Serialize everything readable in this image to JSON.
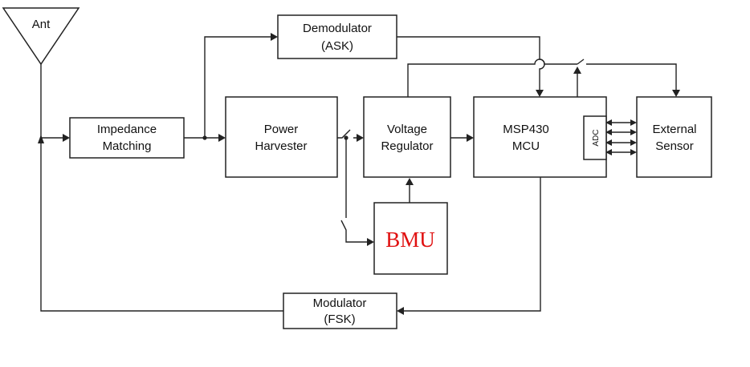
{
  "antenna": {
    "label": "Ant"
  },
  "blocks": {
    "impedance_matching": [
      "Impedance",
      "Matching"
    ],
    "demodulator": [
      "Demodulator",
      "(ASK)"
    ],
    "power_harvester": [
      "Power",
      "Harvester"
    ],
    "voltage_regulator": [
      "Voltage",
      "Regulator"
    ],
    "mcu": [
      "MSP430",
      "MCU"
    ],
    "adc": "ADC",
    "external_sensor": [
      "External",
      "Sensor"
    ],
    "bmu": "BMU",
    "modulator": [
      "Modulator",
      "(FSK)"
    ]
  },
  "colors": {
    "bmu_text": "#e01010",
    "line": "#222222"
  }
}
